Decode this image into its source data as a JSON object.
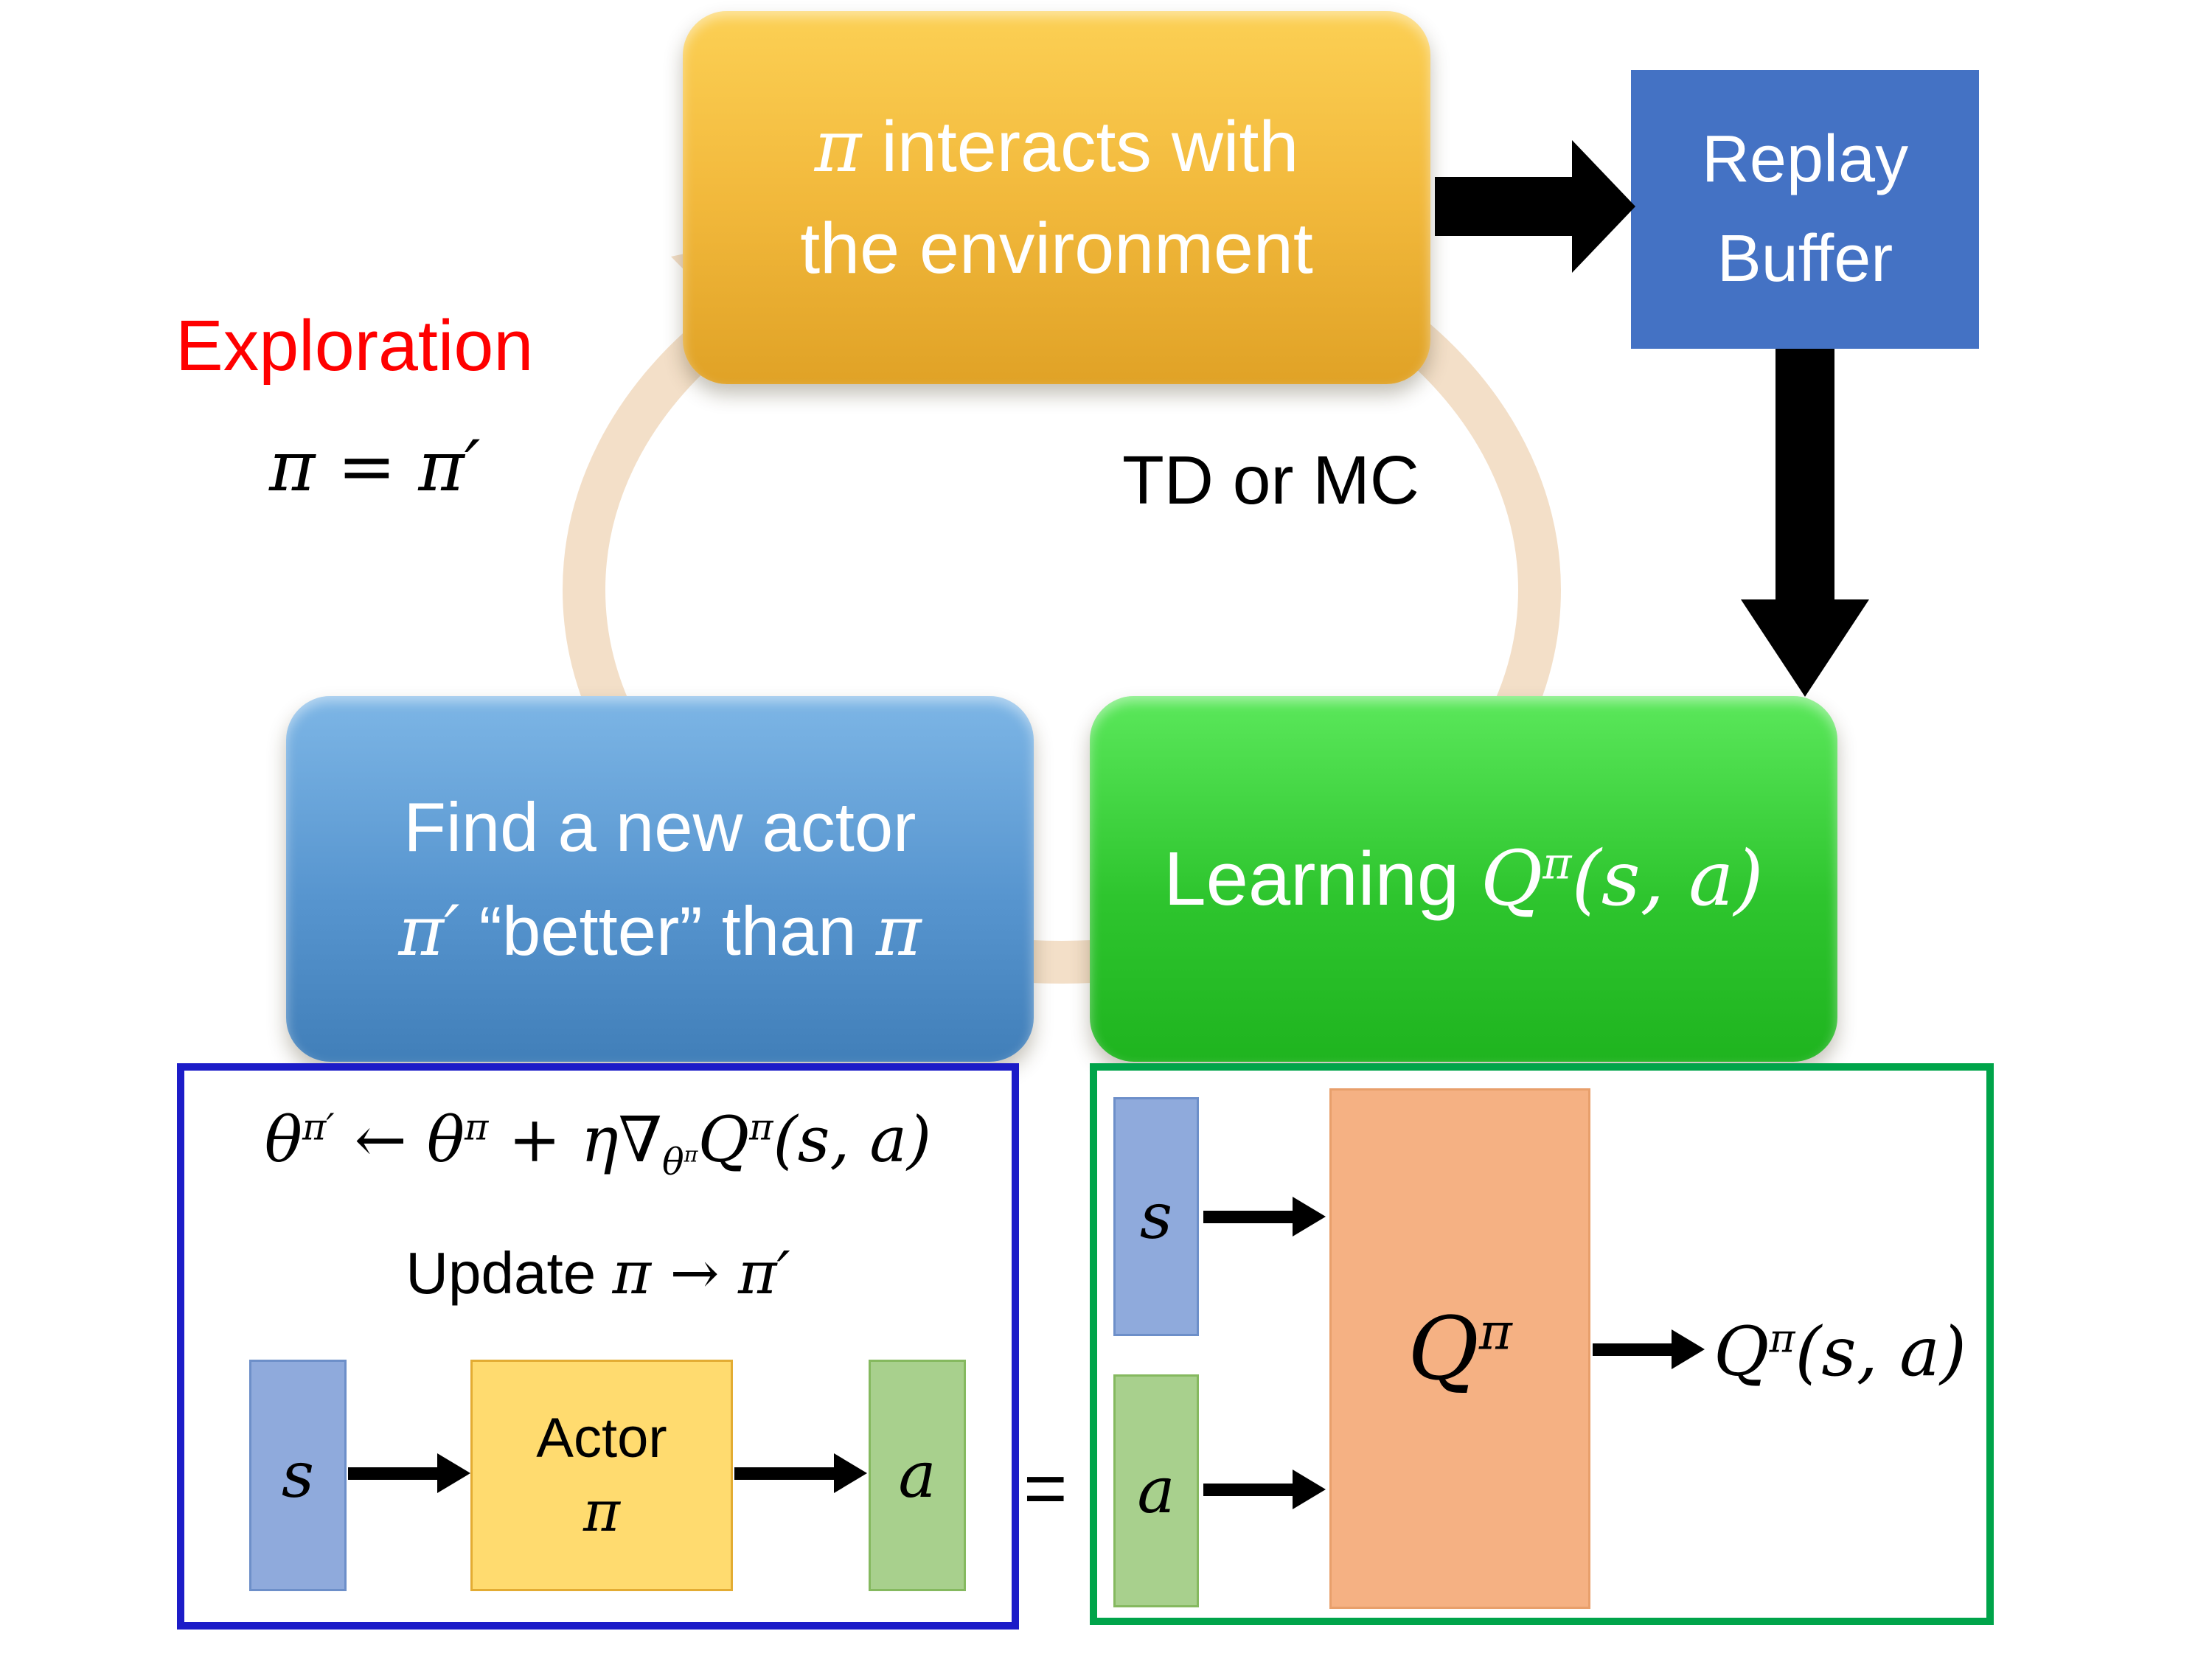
{
  "labels": {
    "exploration": "Exploration",
    "pi_equals": "π = π′",
    "td_or_mc": "TD or MC",
    "equals": "="
  },
  "top_box": {
    "pi": "π",
    "line1_rest": " interacts with",
    "line2": "the environment"
  },
  "replay_buffer": {
    "line1": "Replay",
    "line2": "Buffer"
  },
  "learning_box": {
    "prefix": "Learning ",
    "q": "Q",
    "q_sup": "π",
    "q_args": "(s, a)"
  },
  "actor_box": {
    "line1": "Find a new actor",
    "pi_prime": "π′",
    "mid": " “better” than ",
    "pi": "π"
  },
  "actor_panel": {
    "formula": {
      "theta1": "θ",
      "sup1": "π′",
      "arrow": " ← ",
      "theta2": "θ",
      "sup2": "π",
      "plus": " + ",
      "eta_grad": "η∇",
      "sub_theta": "θ",
      "sub_sup": "π",
      "q": "Q",
      "q_sup": "π",
      "args": "(s, a)"
    },
    "update_pre": "Update ",
    "update_math": "π → π′",
    "s_label": "s",
    "actor_line1": "Actor",
    "actor_pi": "π",
    "a_label": "a"
  },
  "critic_panel": {
    "s_label": "s",
    "a_label": "a",
    "q": "Q",
    "q_sup": "π",
    "out_q": "Q",
    "out_sup": "π",
    "out_args": "(s, a)"
  },
  "colors": {
    "interact_box_gold": "#F2B93C",
    "replay_buffer_blue": "#4472C4",
    "learning_green": "#2EC52E",
    "actor_box_blue": "#5795CF",
    "cycle_ring": "#F3DFC8",
    "exploration_red": "#FF0000",
    "actor_panel_border": "#1C1CC8",
    "critic_panel_border": "#00A44A",
    "s_fill": "#8FAADC",
    "a_fill": "#A8D08D",
    "actor_fill": "#FFDB6F",
    "q_fill": "#F5B183",
    "arrow_black": "#000000"
  }
}
